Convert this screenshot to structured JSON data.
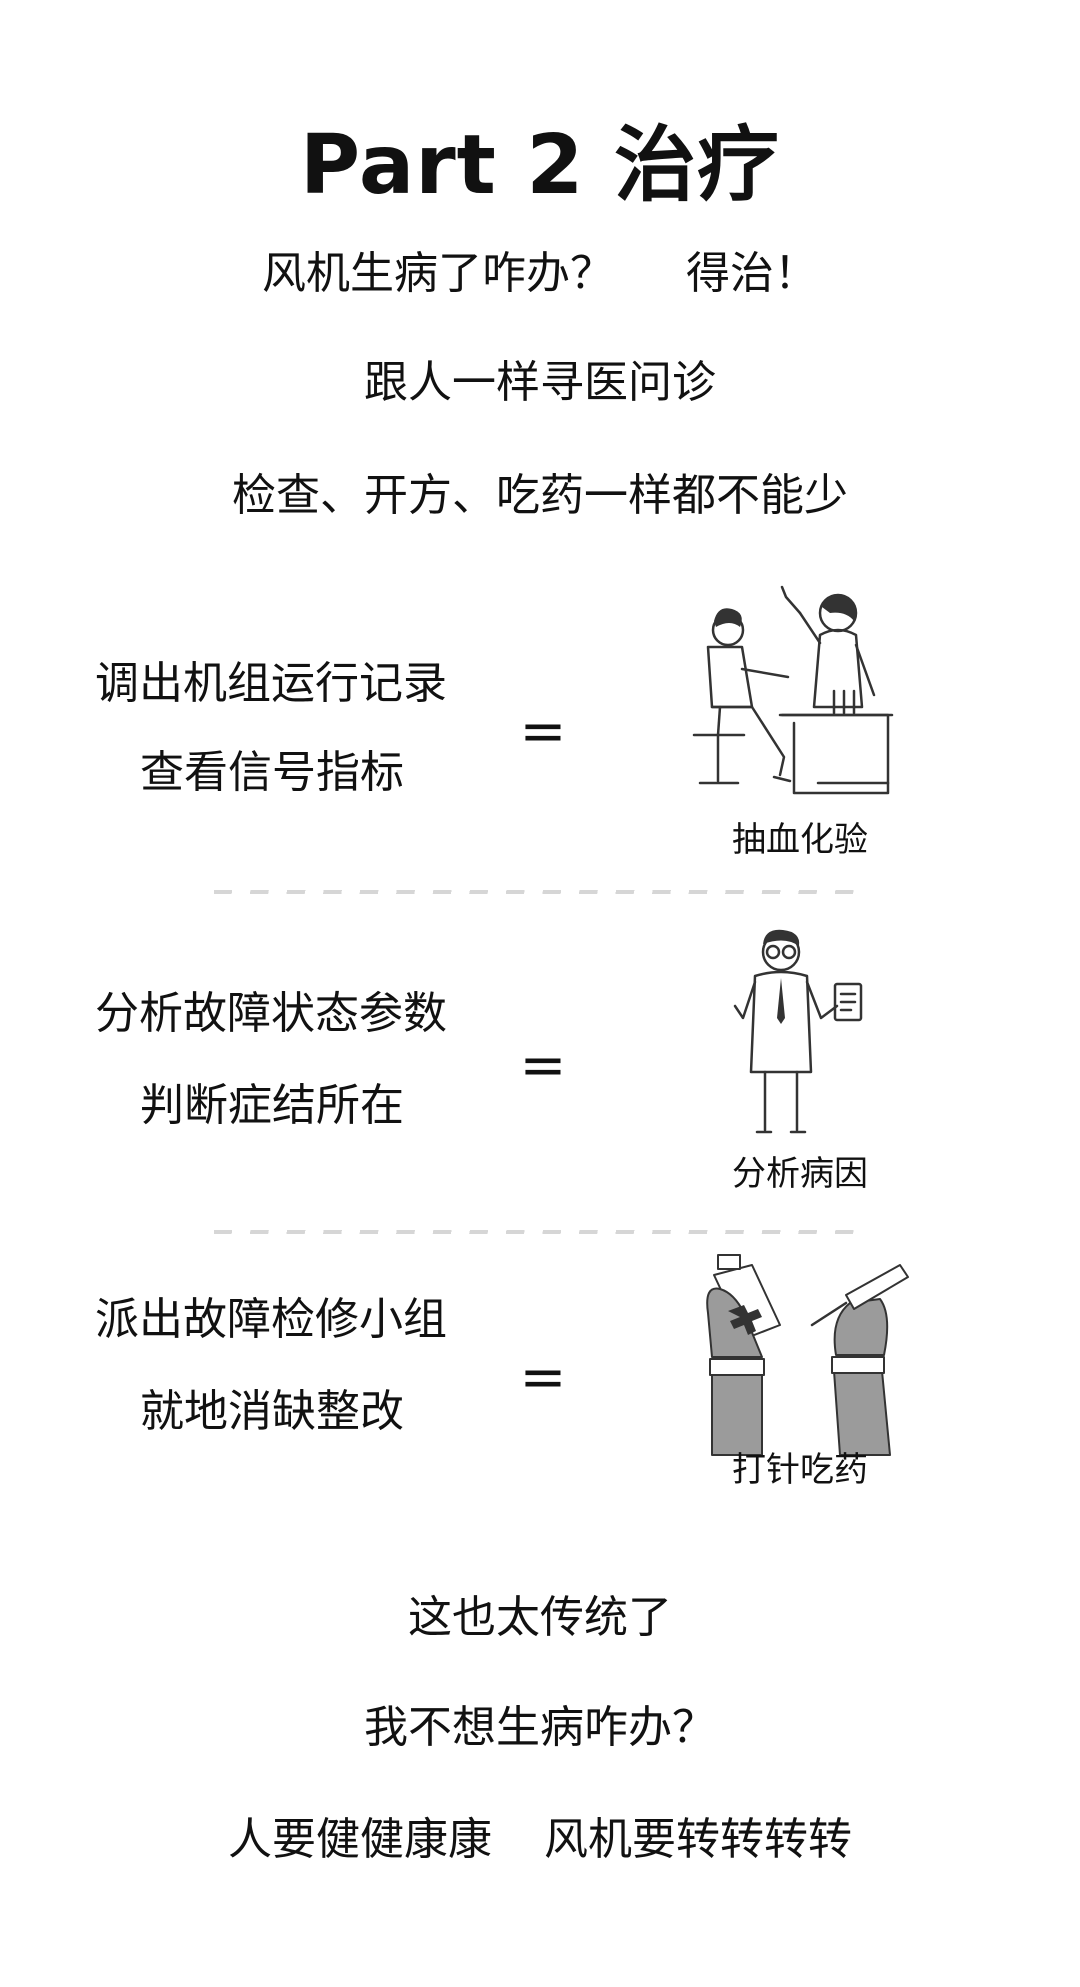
{
  "page": {
    "title": "Part 2 治疗",
    "intro": [
      {
        "left": "风机生病了咋办？",
        "right": "得治！"
      },
      {
        "text": "跟人一样寻医问诊"
      },
      {
        "text": "检查、开方、吃药一样都不能少"
      }
    ]
  },
  "sections": [
    {
      "lines": [
        "调出机组运行记录",
        "查看信号指标"
      ],
      "equals": "=",
      "caption": "抽血化验",
      "illustration": "doctor-drawing-blood-illustration"
    },
    {
      "lines": [
        "分析故障状态参数",
        "判断症结所在"
      ],
      "equals": "=",
      "caption": "分析病因",
      "illustration": "doctor-with-clipboard-illustration"
    },
    {
      "lines": [
        "派出故障检修小组",
        "就地消缺整改"
      ],
      "equals": "=",
      "caption": "打针吃药",
      "illustration": "hands-with-medicine-and-syringe-illustration"
    }
  ],
  "closing": [
    {
      "text": "这也太传统了"
    },
    {
      "text": "我不想生病咋办？"
    },
    {
      "left": "人要健健康康",
      "right": "风机要转转转转"
    }
  ],
  "colors": {
    "text": "#111111",
    "divider": "#d6d6d6",
    "illustration_stroke": "#333333",
    "glove_gray": "#9b9b9b"
  }
}
